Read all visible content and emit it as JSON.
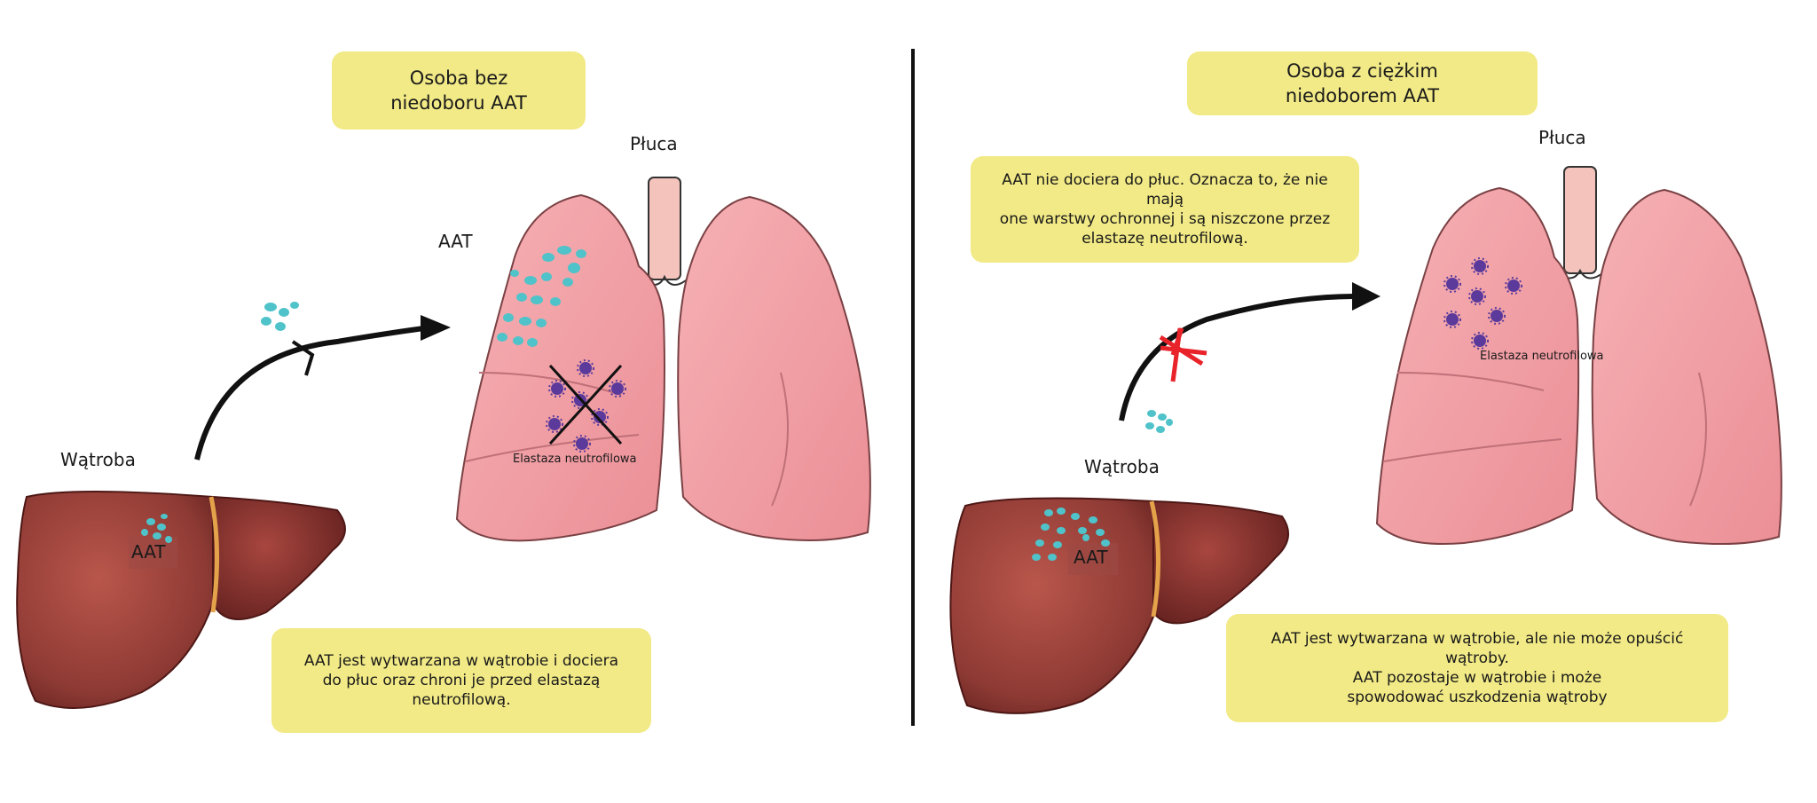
{
  "left": {
    "title": [
      "Osoba bez",
      "niedoboru AAT"
    ],
    "lungs_label": "Płuca",
    "aat_label": "AAT",
    "liver_label": "Wątroba",
    "liver_aat": "AAT",
    "elastase": [
      "Elastaza",
      "neutrofilowa"
    ],
    "note": [
      "AAT jest wytwarzana w wątrobie i dociera",
      "do płuc oraz chroni je przed elastazą",
      "neutrofilową."
    ]
  },
  "right": {
    "title": [
      "Osoba z ciężkim",
      "niedoborem AAT"
    ],
    "lungs_label": "Płuca",
    "liver_label": "Wątroba",
    "liver_aat": "AAT",
    "elastase": [
      "Elastaza",
      "neutrofilowa"
    ],
    "callout": [
      "AAT nie dociera do płuc. Oznacza to, że nie mają",
      "one warstwy ochronnej i są niszczone przez",
      "elastazę neutrofilową."
    ],
    "note": [
      "AAT jest wytwarzana w wątrobie, ale nie może opuścić",
      "wątroby.",
      "AAT pozostaje w wątrobie i może",
      "spowodować uszkodzenia wątroby"
    ]
  },
  "colors": {
    "label_box": "#f2ea86",
    "aat_particles": "#4fc3c9",
    "elastase": "#5b3a9c",
    "lung_pink": "#f2a3a8",
    "liver_brown": "#8e3a34",
    "block_cross": "#e8232a"
  }
}
